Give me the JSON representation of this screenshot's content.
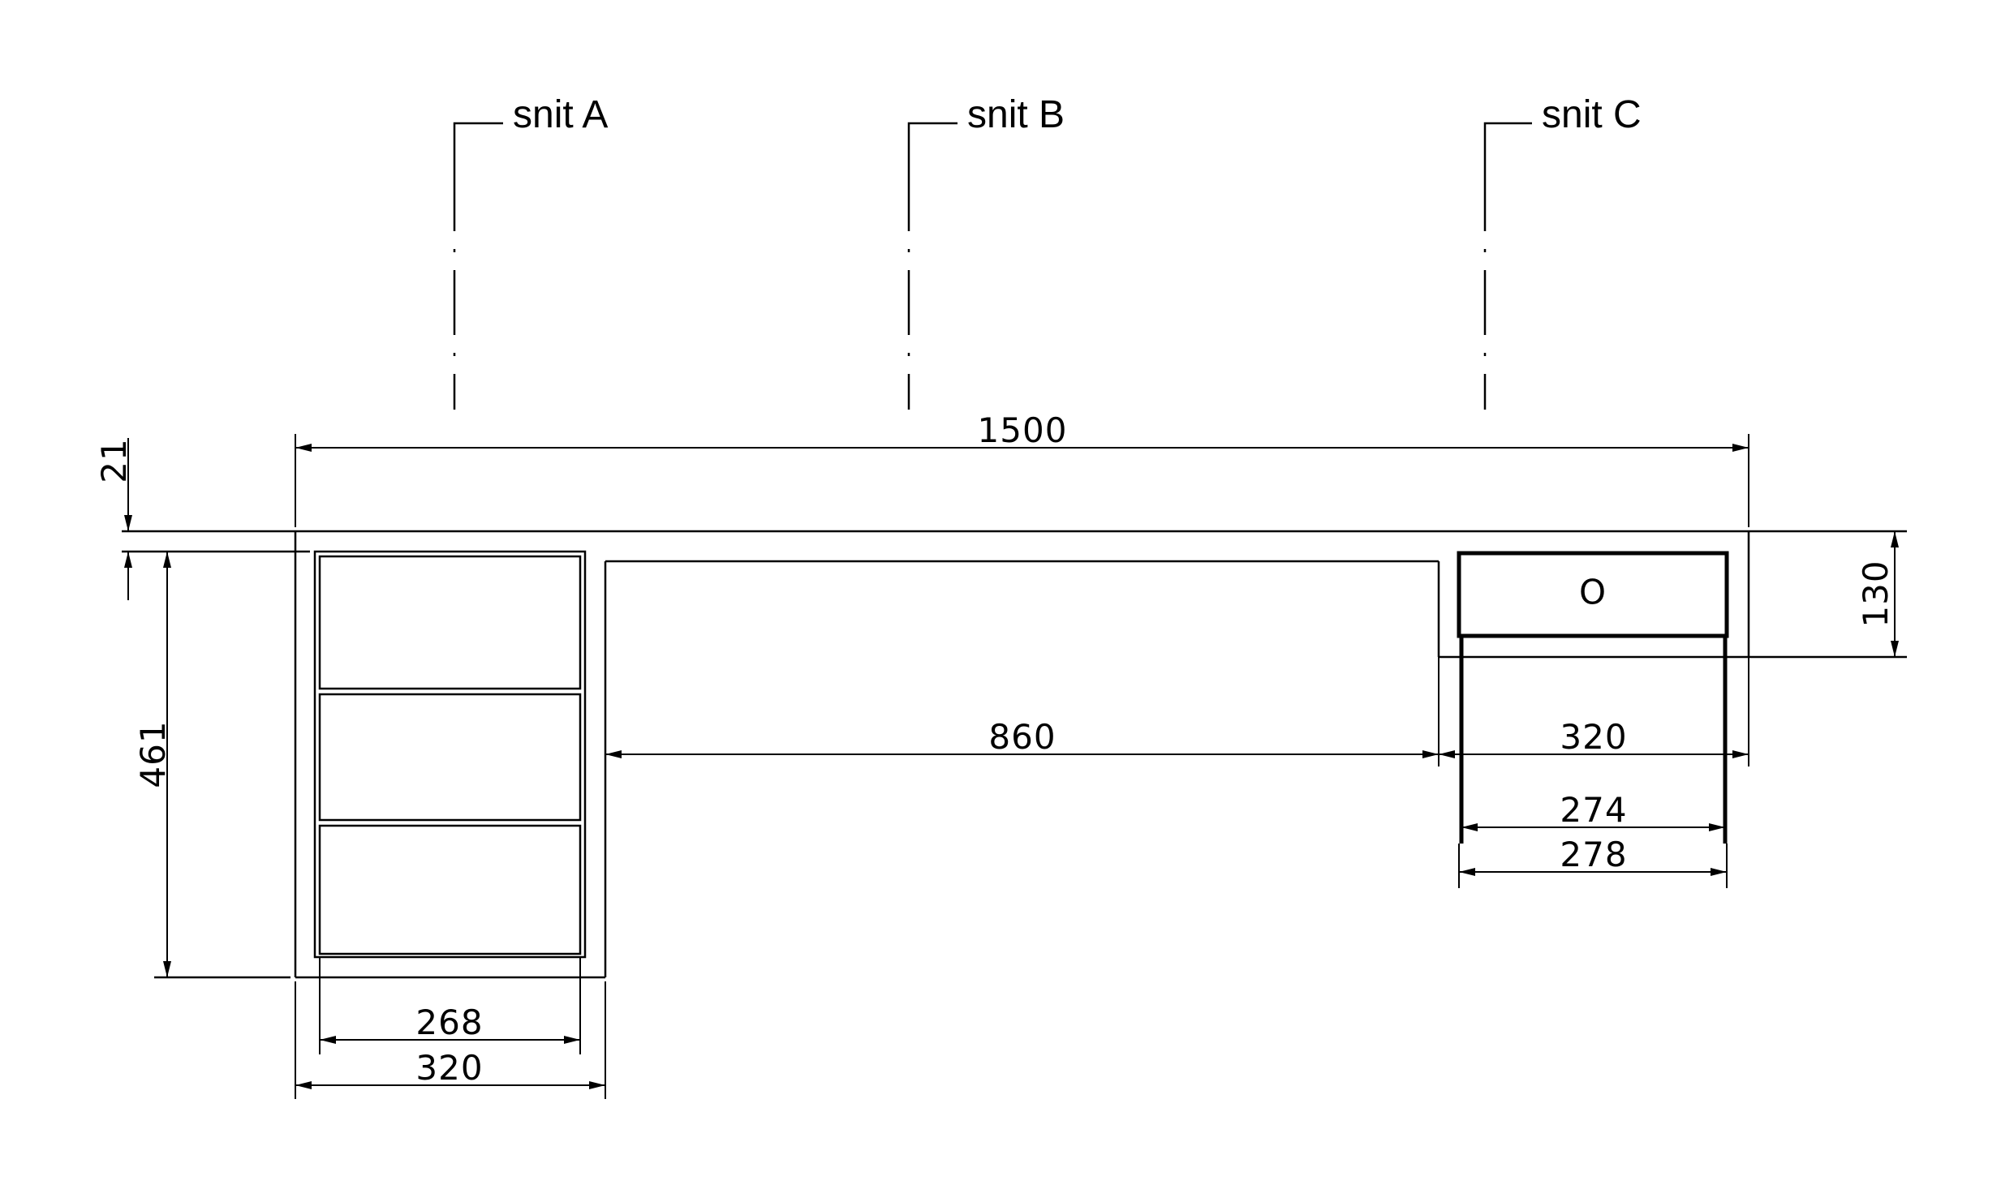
{
  "section_labels": {
    "a": "snit A",
    "b": "snit B",
    "c": "snit C"
  },
  "dimensions": {
    "total_width": "1500",
    "top_thickness": "21",
    "height": "461",
    "middle_width": "860",
    "right_depth": "320",
    "right_drawer_outer": "274",
    "right_drawer_width": "278",
    "right_height": "130",
    "left_drawer_width": "268",
    "left_width": "320"
  },
  "knob_glyph": "O"
}
